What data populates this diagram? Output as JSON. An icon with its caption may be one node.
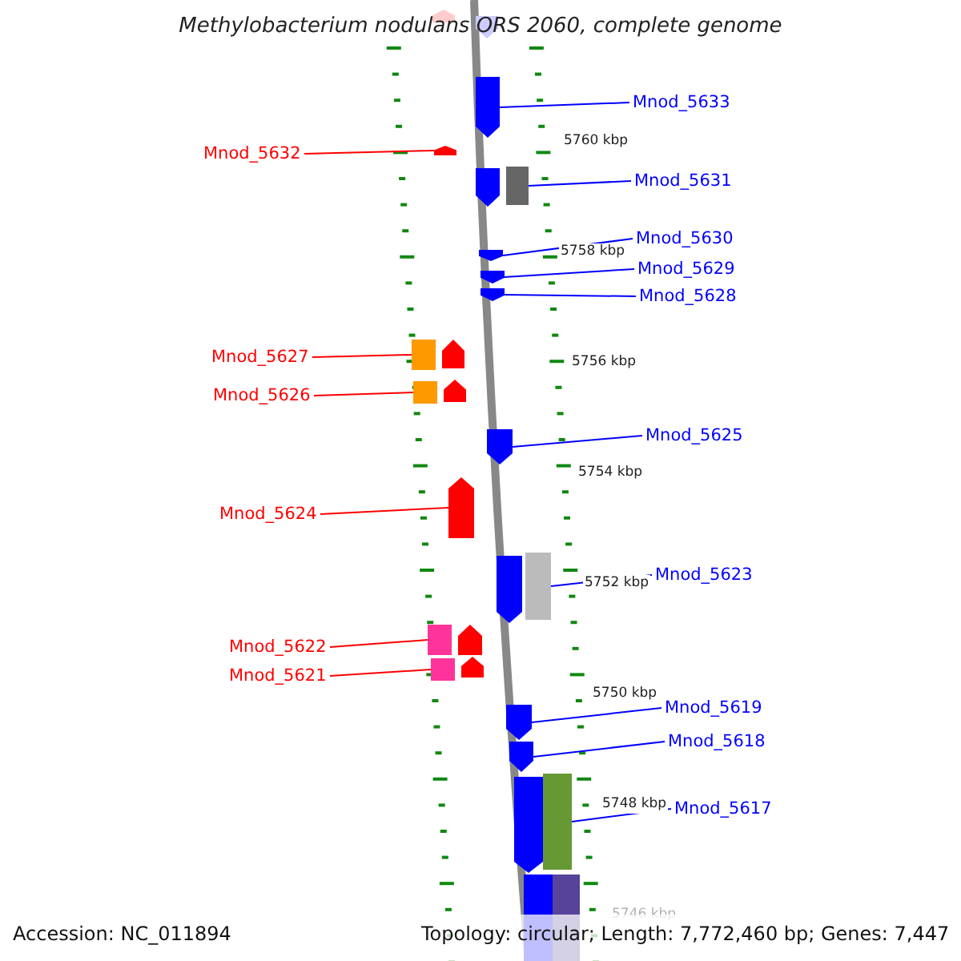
{
  "diagram": {
    "title": "Methylobacterium nodulans ORS 2060, complete genome",
    "nodes": [
      {
        "text": [
          "Mnod_5633"
        ]
      },
      {
        "text": [],
        "shape": "arrow"
      },
      {
        "text": [
          "Mnod_5632"
        ]
      },
      {
        "text": [],
        "shape": "arrow"
      },
      {
        "text": [
          "Mnod_5631"
        ]
      },
      {
        "text": [],
        "shape": "box"
      },
      {
        "text": [
          "Mnod_5630"
        ]
      },
      {
        "text": [],
        "shape": "arrow"
      },
      {
        "text": [
          "Mnod_5629"
        ]
      },
      {
        "text": [],
        "shape": "arrow"
      },
      {
        "text": [
          "Mnod_5628"
        ]
      },
      {
        "text": [],
        "shape": "arrow"
      },
      {
        "text": [
          "Mnod_5627"
        ]
      },
      {
        "text": [],
        "shape": "box"
      },
      {
        "text": [
          "Mnod_5626"
        ]
      },
      {
        "text": [],
        "shape": "box"
      },
      {
        "text": [
          "Mnod_5625"
        ]
      },
      {
        "text": [],
        "shape": "arrow"
      },
      {
        "text": [
          "Mnod_5624"
        ]
      },
      {
        "text": [],
        "shape": "arrow"
      },
      {
        "text": [
          "Mnod_5623"
        ]
      },
      {
        "text": [],
        "shape": "box"
      },
      {
        "text": [
          "Mnod_5622"
        ]
      },
      {
        "text": [],
        "shape": "box"
      },
      {
        "text": [
          "Mnod_5621"
        ]
      },
      {
        "text": [],
        "shape": "box"
      },
      {
        "text": [
          "Mnod_5619"
        ]
      },
      {
        "text": [],
        "shape": "arrow"
      },
      {
        "text": [
          "Mnod_5618"
        ]
      },
      {
        "text": [],
        "shape": "arrow"
      },
      {
        "text": [
          "Mnod_5617"
        ]
      },
      {
        "text": [],
        "shape": "box"
      }
    ],
    "edges": [
      {
        "from": 0,
        "to": 1,
        "arrow": "none"
      },
      {
        "from": 2,
        "to": 3,
        "arrow": "none",
        "color": "#ff0000"
      },
      {
        "from": 4,
        "to": 5,
        "arrow": "none"
      },
      {
        "from": 6,
        "to": 7,
        "arrow": "none"
      },
      {
        "from": 8,
        "to": 9,
        "arrow": "none"
      },
      {
        "from": 10,
        "to": 11,
        "arrow": "none"
      },
      {
        "from": 12,
        "to": 13,
        "arrow": "none",
        "color": "#ff0000"
      },
      {
        "from": 14,
        "to": 15,
        "arrow": "none",
        "color": "#ff0000"
      },
      {
        "from": 16,
        "to": 17,
        "arrow": "none"
      },
      {
        "from": 18,
        "to": 19,
        "arrow": "none",
        "color": "#ff0000"
      },
      {
        "from": 20,
        "to": 21,
        "arrow": "none"
      },
      {
        "from": 22,
        "to": 23,
        "arrow": "none",
        "color": "#ff0000"
      },
      {
        "from": 24,
        "to": 25,
        "arrow": "none",
        "color": "#ff0000"
      },
      {
        "from": 26,
        "to": 27,
        "arrow": "none"
      },
      {
        "from": 28,
        "to": 29,
        "arrow": "none"
      },
      {
        "from": 30,
        "to": 31,
        "arrow": "none"
      }
    ],
    "labels": [
      "5760 kbp",
      "5758 kbp",
      "5756 kbp",
      "5754 kbp",
      "5752 kbp",
      "5750 kbp",
      "5748 kbp",
      "5746 kbp",
      "Accession: NC_011894",
      "Topology: circular; Length: 7,772,460 bp; Genes: 7,447"
    ]
  }
}
